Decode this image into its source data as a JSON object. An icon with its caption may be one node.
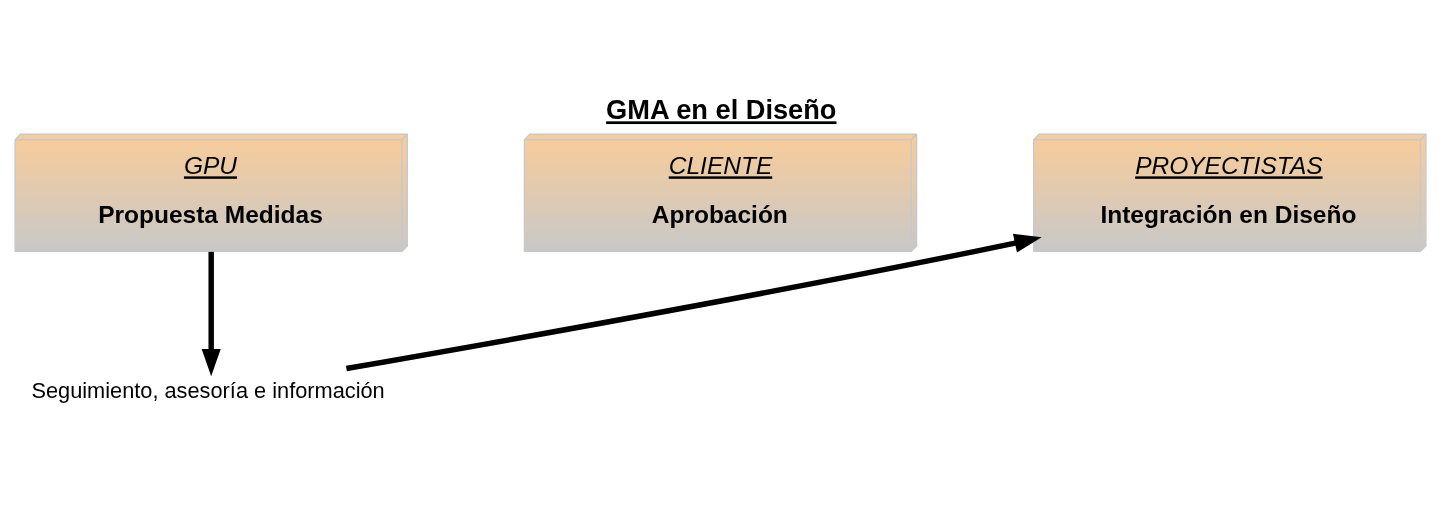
{
  "diagram": {
    "title": "GMA en el Diseño",
    "nodes": [
      {
        "text": [
          "GPU",
          "Propuesta Medidas"
        ]
      },
      {
        "text": [
          "CLIENTE",
          "Aprobación"
        ]
      },
      {
        "text": [
          "PROYECTISTAS",
          "Integración en Diseño"
        ]
      },
      {
        "text": [
          "Seguimiento, asesoría e información"
        ]
      }
    ],
    "edges": [
      {
        "from": 0,
        "to": 3,
        "arrow": "to"
      },
      {
        "from": 3,
        "to": 2,
        "arrow": "to"
      }
    ]
  }
}
